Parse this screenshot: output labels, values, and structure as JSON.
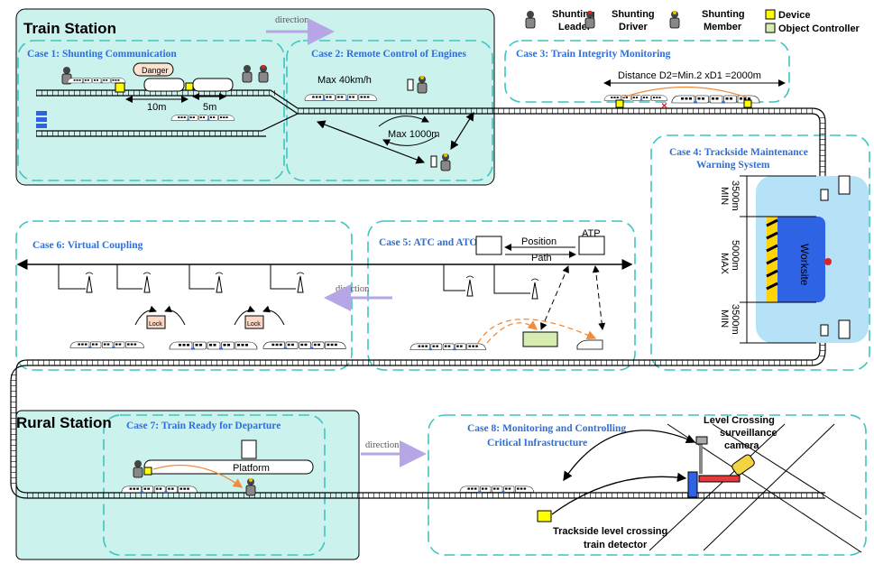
{
  "stations": {
    "train_station": "Train Station",
    "rural_station": "Rural Station"
  },
  "direction_label": "direction",
  "legend": {
    "shunting_leader": [
      "Shunting",
      "Leader"
    ],
    "shunting_driver": [
      "Shunting",
      "Driver"
    ],
    "shunting_member": [
      "Shunting",
      "Member"
    ],
    "device": "Device",
    "object_controller": "Object Controller"
  },
  "cases": {
    "case1": {
      "title": "Case 1: Shunting Communication",
      "danger": "Danger",
      "dist1": "10m",
      "dist2": "5m"
    },
    "case2": {
      "title": "Case 2: Remote Control of Engines",
      "max_speed": "Max 40km/h",
      "max_dist": "Max 1000m"
    },
    "case3": {
      "title": "Case 3: Train Integrity Monitoring",
      "distance": "Distance D2=Min.2 xD1 =2000m"
    },
    "case4": {
      "title_line1": "Case 4: Trackside Maintenance",
      "title_line2": "Warning System",
      "min1": "MIN",
      "dist1": "3500m",
      "max": "MAX",
      "dist2": "5000m",
      "min2": "MIN",
      "dist3": "3500m",
      "worksite": "Worksite"
    },
    "case5": {
      "title": "Case 5: ATC and ATO",
      "atp": "ATP",
      "position": "Position",
      "path": "Path"
    },
    "case6": {
      "title": "Case 6: Virtual Coupling",
      "lock": "Lock"
    },
    "case7": {
      "title": "Case 7: Train Ready for Departure",
      "platform": "Platform"
    },
    "case8": {
      "title_line1": "Case 8: Monitoring and Controlling",
      "title_line2": "Critical Infrastructure",
      "camera_line1": "Level Crossing",
      "camera_line2": "surveillance",
      "camera_line3": "camera",
      "detector_line1": "Trackside level crossing",
      "detector_line2": "train detector"
    }
  },
  "colors": {
    "station_fill": "#ccf2ee",
    "case_border": "#3fc4c0",
    "case_title": "#2f6fd6",
    "device": "#ffff00",
    "object_controller": "#d6ecb0",
    "worksite": "#2f63e6",
    "worksite_bg": "#b5e2f7",
    "direction_arrow": "#b7a6e6",
    "comm_arrow": "#f08c3c"
  }
}
